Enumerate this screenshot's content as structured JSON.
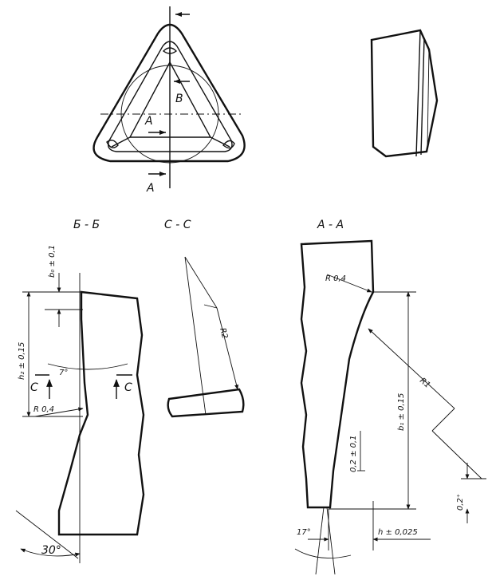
{
  "sections": {
    "b_b": "Б - Б",
    "c_c": "С - С",
    "a_a": "А - А"
  },
  "markers": {
    "a": "A",
    "b": "B",
    "c": "С"
  },
  "dimensions": {
    "b0": "b₀ ± 0,1",
    "h2": "h₂ ± 0,15",
    "angle_7": "7°",
    "r04_left": "R 0,4",
    "angle_30": "30°",
    "r2": "R2",
    "r04_right": "R 0,4",
    "r1": "R1",
    "b1": "b₁ ± 0,15",
    "v02_01": "0,2 ± 0,1",
    "v02_plus": "0,2⁺",
    "angle_17": "17°",
    "h_0025": "h ± 0,025"
  }
}
